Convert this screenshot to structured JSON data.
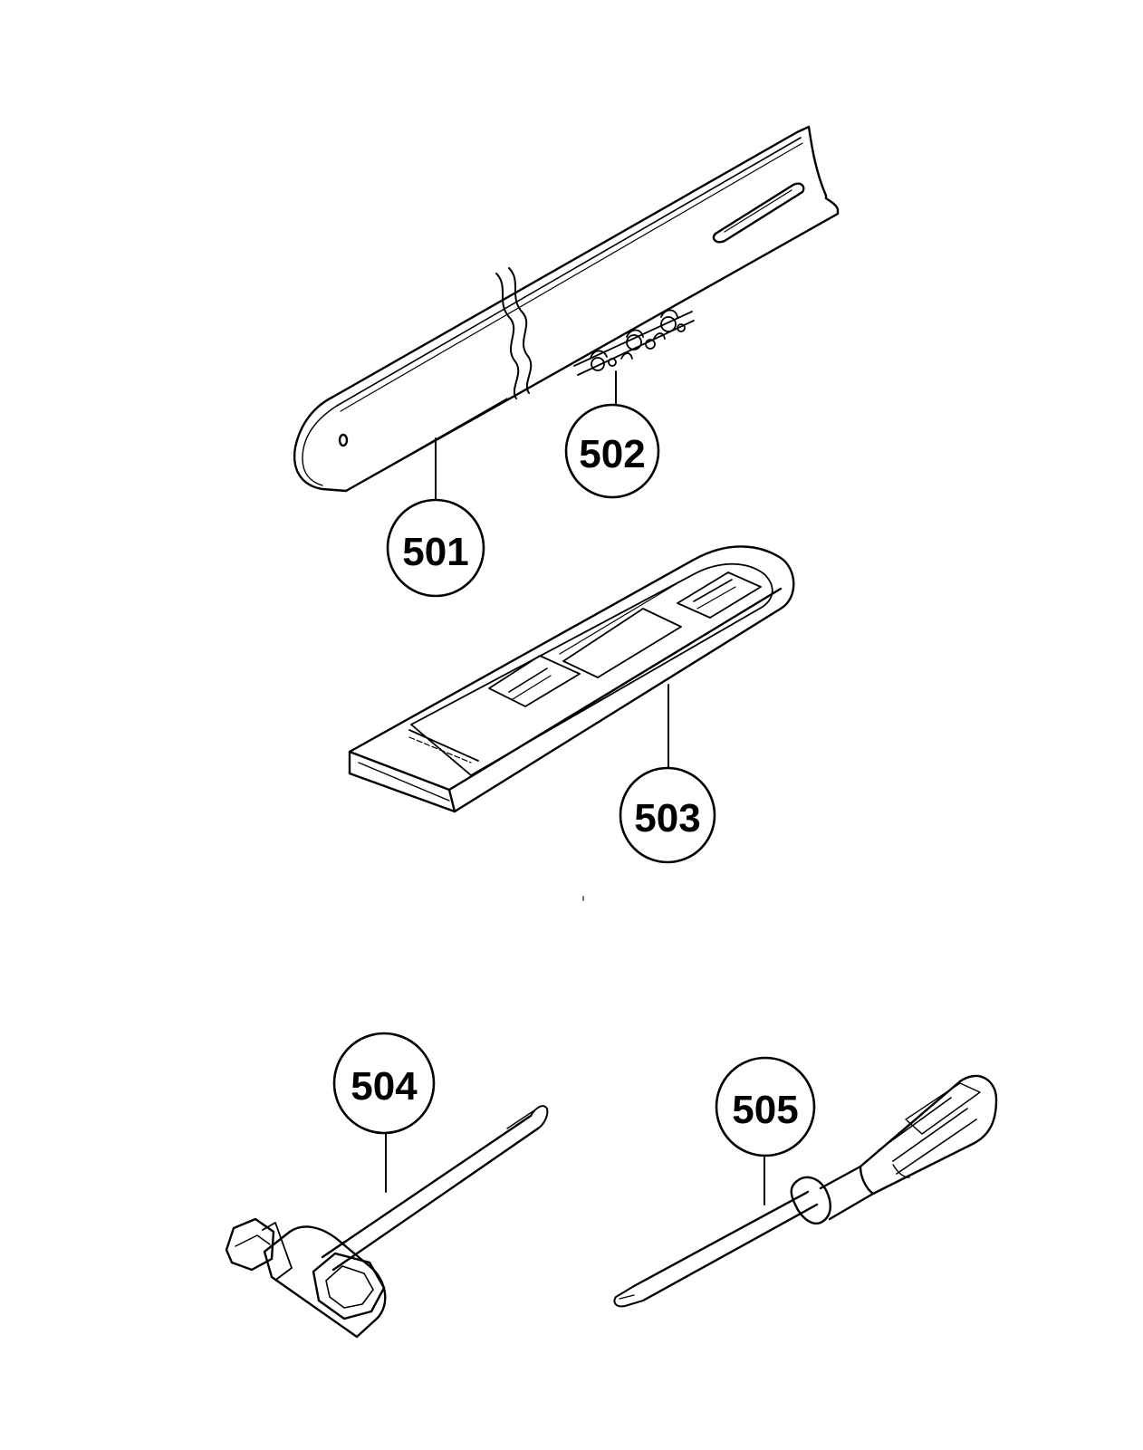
{
  "diagram": {
    "callouts": [
      {
        "id": "501",
        "label": "501",
        "part": "guide-bar"
      },
      {
        "id": "502",
        "label": "502",
        "part": "saw-chain"
      },
      {
        "id": "503",
        "label": "503",
        "part": "bar-cover"
      },
      {
        "id": "504",
        "label": "504",
        "part": "combination-wrench"
      },
      {
        "id": "505",
        "label": "505",
        "part": "screwdriver"
      }
    ],
    "colors": {
      "ink": "#000000",
      "paper": "#ffffff"
    }
  }
}
